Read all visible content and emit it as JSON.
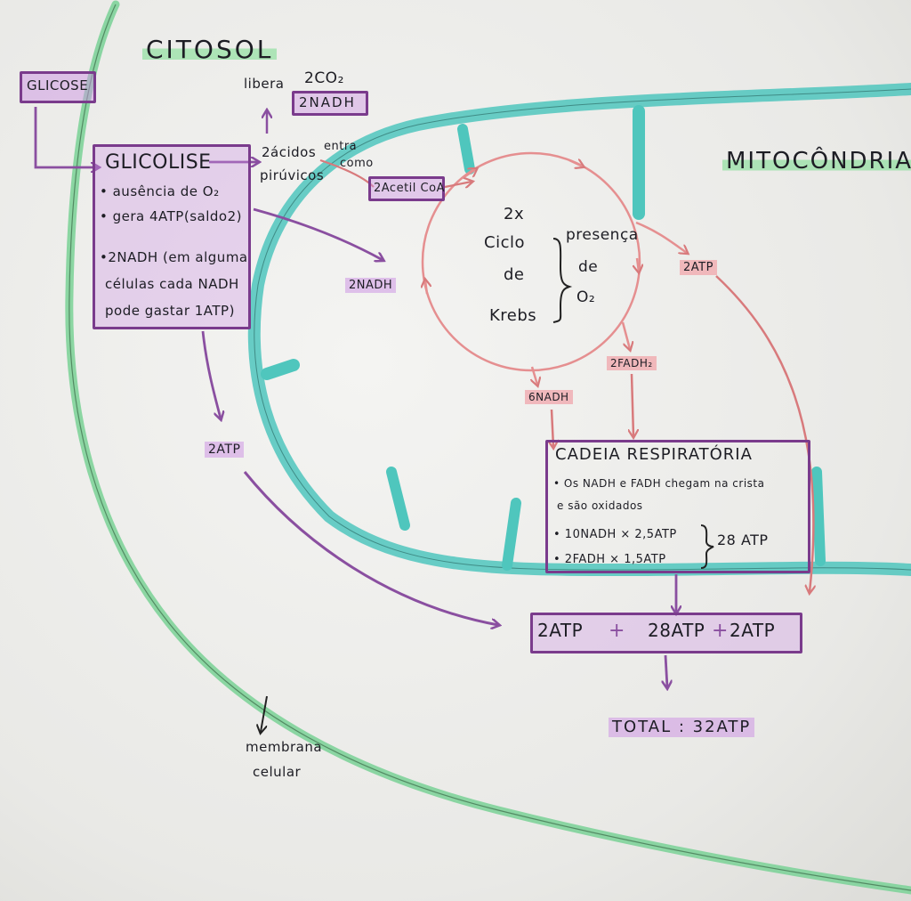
{
  "colors": {
    "membrane": "#7fd39a",
    "mitochondria": "#4fc6bd",
    "krebs": "#e58f90",
    "box": "#7a3b8c",
    "highlight_purple": "#cf97e6",
    "highlight_green": "#7fdc90",
    "highlight_pink": "#f0a9ad",
    "ink": "#1d1d24"
  },
  "labels": {
    "citosol": "CITOSOL",
    "mitocondria": "MITOCÔNDRIA",
    "glicose": "GLICOSE",
    "glicolise": "GLICOLISE",
    "glicolise_lines": [
      "• ausência de O₂",
      "• gera 4ATP(saldo2)",
      "•2NADH (em alguma",
      "células cada NADH",
      "pode gastar 1ATP)"
    ],
    "libera": "libera",
    "co2": "2CO₂",
    "nadh_libera": "2NADH",
    "acidos_piruvicos_1": "2ácidos",
    "acidos_piruvicos_2": "pirúvicos",
    "entra_como_1": "entra",
    "entra_como_2": "como",
    "acetilcoa": "2Acetil CoA",
    "nadh_left": "2NADH",
    "krebs_lines": [
      "2x",
      "Ciclo",
      "de",
      "Krebs"
    ],
    "presenca_lines": [
      "presença",
      "de",
      "O₂"
    ],
    "atp_right": "2ATP",
    "fadh2": "2FADH₂",
    "nadh_6": "6NADH",
    "atp_left": "2ATP",
    "cadeia_title": "CADEIA RESPIRATÓRIA",
    "cadeia_lines": [
      "• Os NADH e FADH chegam na crista",
      "e são oxidados",
      "• 10NADH × 2,5ATP",
      "• 2FADH × 1,5ATP"
    ],
    "cadeia_sum": "28 ATP",
    "sum_a": "2ATP",
    "sum_plus_1": "+",
    "sum_b": "28ATP",
    "sum_plus_2": "+",
    "sum_c": "2ATP",
    "total": "TOTAL : 32ATP",
    "membrana_1": "membrana",
    "membrana_2": "celular"
  }
}
